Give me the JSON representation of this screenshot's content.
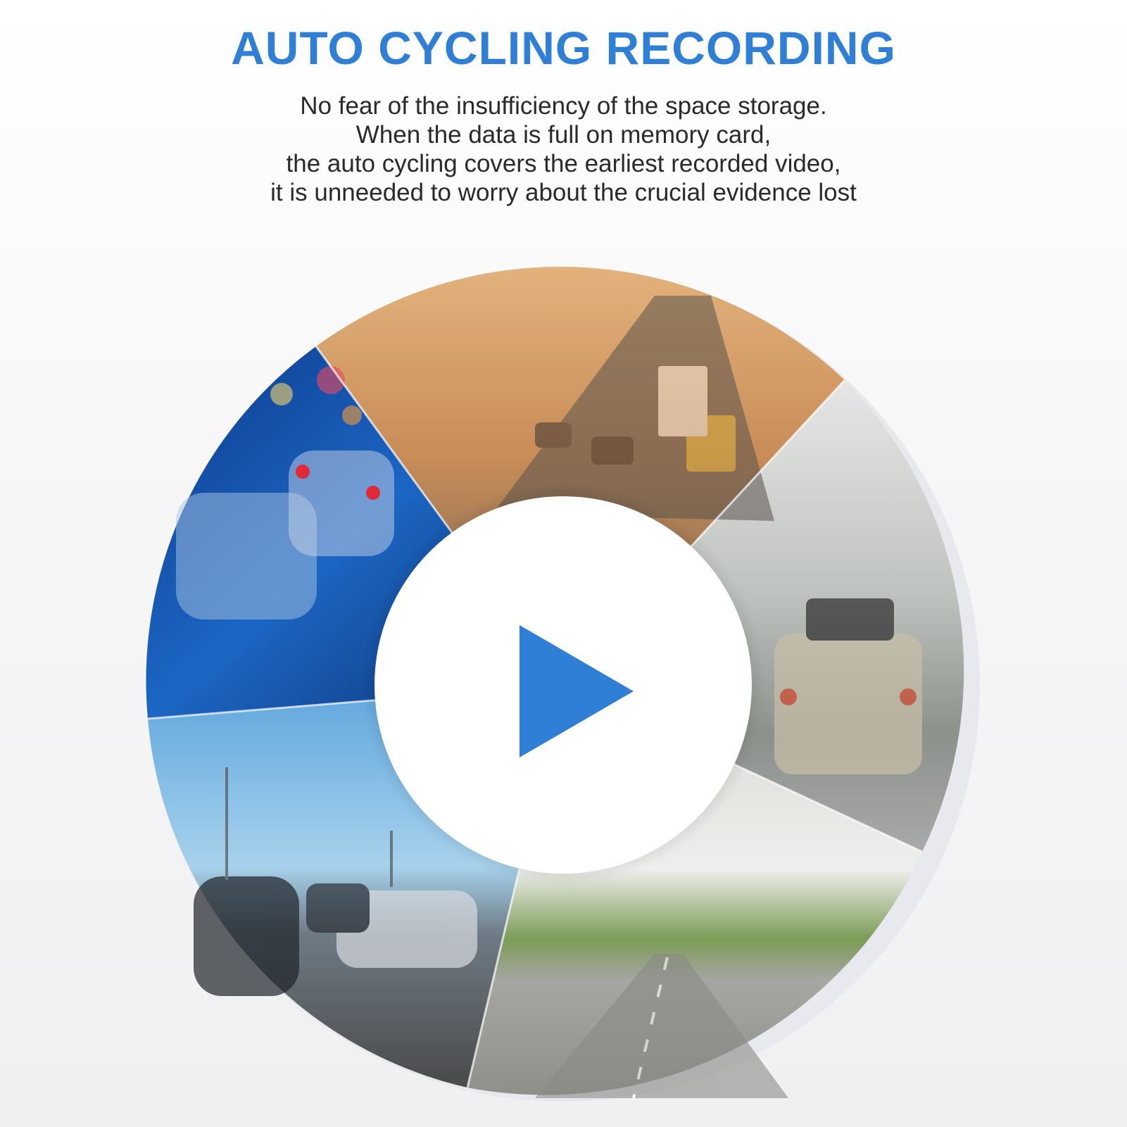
{
  "title": "AUTO CYCLING RECORDING",
  "description_lines": [
    "No fear of the insufficiency of the space storage.",
    "When the data is full on memory card,",
    "the auto cycling covers the earliest recorded video,",
    "it is unneeded to worry about the crucial evidence lost"
  ],
  "colors": {
    "accent": "#2f7fd6",
    "play_icon": "#2f7fd6",
    "hub": "#ffffff"
  },
  "icons": {
    "play": "play-icon"
  },
  "segments": [
    "highway-sunset-traffic-photo",
    "foggy-road-suv-photo",
    "open-highway-clouds-photo",
    "sunny-freeway-cars-photo",
    "night-traffic-jam-photo"
  ]
}
